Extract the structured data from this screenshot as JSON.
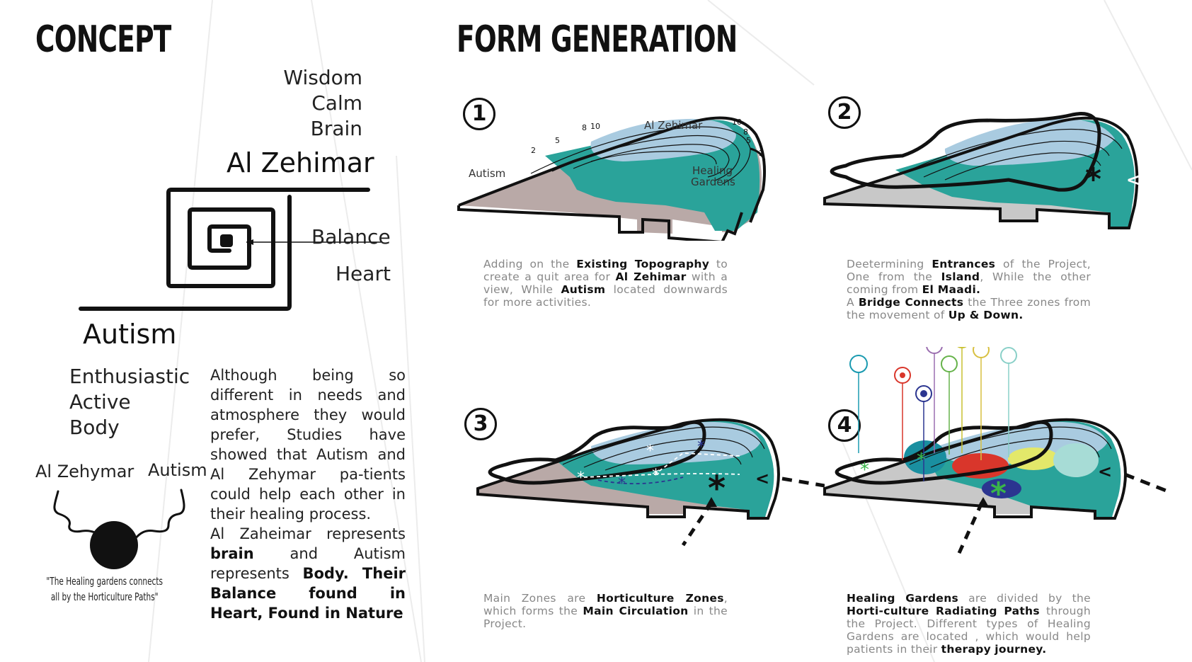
{
  "concept": {
    "heading": "CONCEPT",
    "zehimar_words": [
      "Wisdom",
      "Calm",
      "Brain"
    ],
    "al_zehimar": "Al Zehimar",
    "balance": "Balance",
    "heart": "Heart",
    "autism": "Autism",
    "autism_words": [
      "Enthusiastic",
      "Active",
      "Body"
    ],
    "left_label": "Al Zehymar",
    "right_label": "Autism",
    "quote_line1": "\"The Healing gardens connects",
    "quote_line2": "all by the Horticulture Paths\"",
    "paragraph1": "Although being so different in needs and atmosphere they would prefer, Studies have showed that Autism and Al Zehymar pa-tients could help each other in their healing process.",
    "p2_part1": "Al Zaheimar represents",
    "p2_brain": "brain",
    "p2_part2": " and Autism represents",
    "p2_bold": "Body. Their Balance found in Heart, Found in Nature"
  },
  "form_generation": {
    "heading": "FORM GENERATION",
    "steps": [
      {
        "number": "1",
        "labels": {
          "zehimar": "Al Zehimar",
          "autism": "Autism",
          "healing1": "Healing",
          "healing2": "Gardens"
        },
        "contour_numbers": [
          "2",
          "5",
          "8",
          "10",
          "10",
          "8",
          "5",
          "2"
        ],
        "caption": {
          "t1": "Adding on the ",
          "b1": "Existing Topography",
          "t2": " to create a quit area for ",
          "b2": "Al Zehimar",
          "t3": " with a view, While ",
          "b3": "Autism",
          "t4": " located downwards for more activities."
        }
      },
      {
        "number": "2",
        "caption": {
          "t1": "Deetermining ",
          "b1": "Entrances",
          "t2": " of the Project, One from the ",
          "b2": "Island",
          "t3": ", While the other coming from ",
          "b3": "El Maadi.",
          "t4": "A ",
          "b4": "Bridge Connects",
          "t5": " the Three zones from the movement of ",
          "b5": "Up & Down."
        }
      },
      {
        "number": "3",
        "caption": {
          "t1": "Main Zones are ",
          "b1": "Horticulture Zones",
          "t2": ", which forms the ",
          "b2": "Main Circulation",
          "t3": " in the Project."
        }
      },
      {
        "number": "4",
        "caption": {
          "b1": "Healing Gardens",
          "t1": " are divided by the ",
          "b2": "Horti-culture Radiating Paths",
          "t2": " through the Project. Different types of Healing Gardens are located , which would help patients in their ",
          "b3": "therapy",
          "b4": "journey."
        }
      }
    ]
  },
  "colors": {
    "teal": "#2aa39a",
    "light_blue": "#a9cbe0",
    "taupe": "#b9a9a7",
    "grey": "#c8c8c8",
    "red": "#d9362b",
    "navy": "#2b3590",
    "yellow": "#e3e86a",
    "green": "#39b54a",
    "ink": "#111111"
  },
  "icons": [
    "person-icon",
    "no-entry-icon",
    "dining-icon",
    "bed-icon",
    "settings-icon",
    "meditation-icon",
    "cart-icon",
    "bath-icon"
  ]
}
